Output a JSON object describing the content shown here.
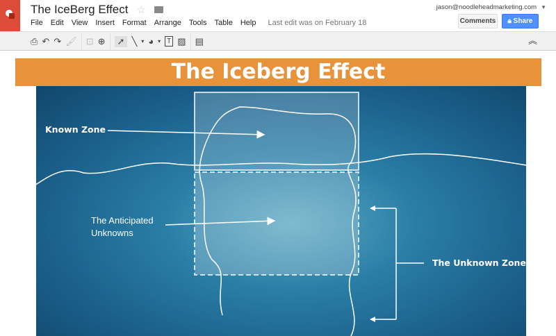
{
  "app": {
    "title": "The IceBerg Effect",
    "last_edit": "Last edit was on February 18",
    "user_email": "jason@noodleheadmarketing.com"
  },
  "menu": [
    "File",
    "Edit",
    "View",
    "Insert",
    "Format",
    "Arrange",
    "Tools",
    "Table",
    "Help"
  ],
  "buttons": {
    "comments": "Comments",
    "share": "Share"
  },
  "slide": {
    "title": "The Iceberg Effect",
    "known_zone": "Known Zone",
    "anticipated_line1": "The Anticipated",
    "anticipated_line2": "Unknowns",
    "unknown_zone": "The Unknown Zone"
  },
  "colors": {
    "banner": "#e8923a",
    "share": "#4d90fe",
    "logo": "#dd4b39"
  }
}
